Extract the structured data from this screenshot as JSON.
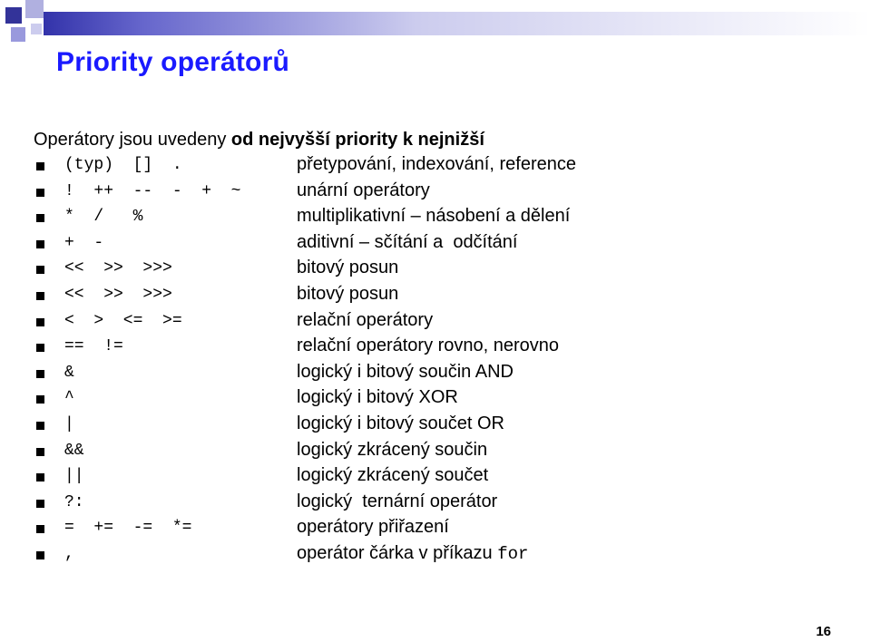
{
  "slide": {
    "title": "Priority operátorů",
    "intro_prefix": "Operátory jsou uvedeny ",
    "intro_bold": "od nejvyšší priority k nejnižší",
    "page_number": "16",
    "colors": {
      "title": "#1a1aff",
      "decor_dark": "#333399",
      "decor_light": "#9999dd"
    }
  },
  "rows": [
    {
      "op": "(typ)  []  .",
      "desc": "přetypování, indexování, reference"
    },
    {
      "op": "!  ++  --  -  +  ~",
      "desc": "unární operátory"
    },
    {
      "op": "*  /   %",
      "desc": "multiplikativní – násobení a dělení"
    },
    {
      "op": "+  -",
      "desc": "aditivní – sčítání a  odčítání"
    },
    {
      "op": "<<  >>  >>>",
      "desc": "bitový posun"
    },
    {
      "op": "<<  >>  >>>",
      "desc": "bitový posun"
    },
    {
      "op": "<  >  <=  >=",
      "desc": "relační operátory"
    },
    {
      "op": "==  !=",
      "desc": "relační operátory rovno, nerovno"
    },
    {
      "op": "&",
      "desc": "logický i bitový součin AND"
    },
    {
      "op": "^",
      "desc": "logický i bitový XOR"
    },
    {
      "op": "|",
      "desc": "logický i bitový součet OR"
    },
    {
      "op": "&&",
      "desc": "logický zkrácený součin"
    },
    {
      "op": "||",
      "desc": "logický zkrácený součet"
    },
    {
      "op": "?:",
      "desc": "logický  ternární operátor"
    },
    {
      "op": "=  +=  -=  *=",
      "desc": "operátory přiřazení"
    },
    {
      "op": ",",
      "desc": "operátor čárka v příkazu ",
      "desc_code": "for"
    }
  ]
}
